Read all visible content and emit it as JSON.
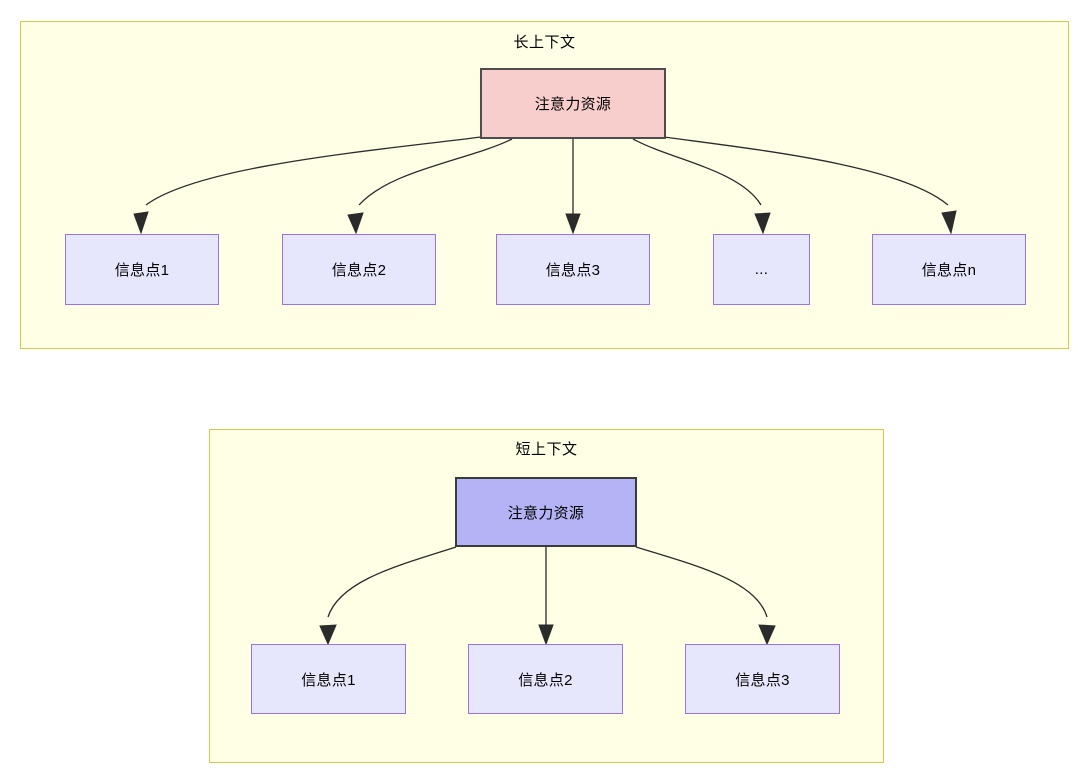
{
  "diagram": {
    "title_semantic": "attention-resource-allocation-long-vs-short-context",
    "background_color": "#ffffff",
    "panel_fill": "#ffffe6",
    "panel_border": "#cdcd4b",
    "edge_color": "#2b2b2b"
  },
  "panels": [
    {
      "id": "long-context",
      "title": "长上下文",
      "root": {
        "label": "注意力资源",
        "fill": "#f8cecc",
        "border": "#4d4d4d"
      },
      "children": [
        {
          "label": "信息点1"
        },
        {
          "label": "信息点2"
        },
        {
          "label": "信息点3"
        },
        {
          "label": "..."
        },
        {
          "label": "信息点n"
        }
      ],
      "child_fill": "#e6e6fd",
      "child_border": "#9a73de"
    },
    {
      "id": "short-context",
      "title": "短上下文",
      "root": {
        "label": "注意力资源",
        "fill": "#b3b3f5",
        "border": "#3b3b3b"
      },
      "children": [
        {
          "label": "信息点1"
        },
        {
          "label": "信息点2"
        },
        {
          "label": "信息点3"
        }
      ],
      "child_fill": "#e6e6fd",
      "child_border": "#9a73de"
    }
  ]
}
